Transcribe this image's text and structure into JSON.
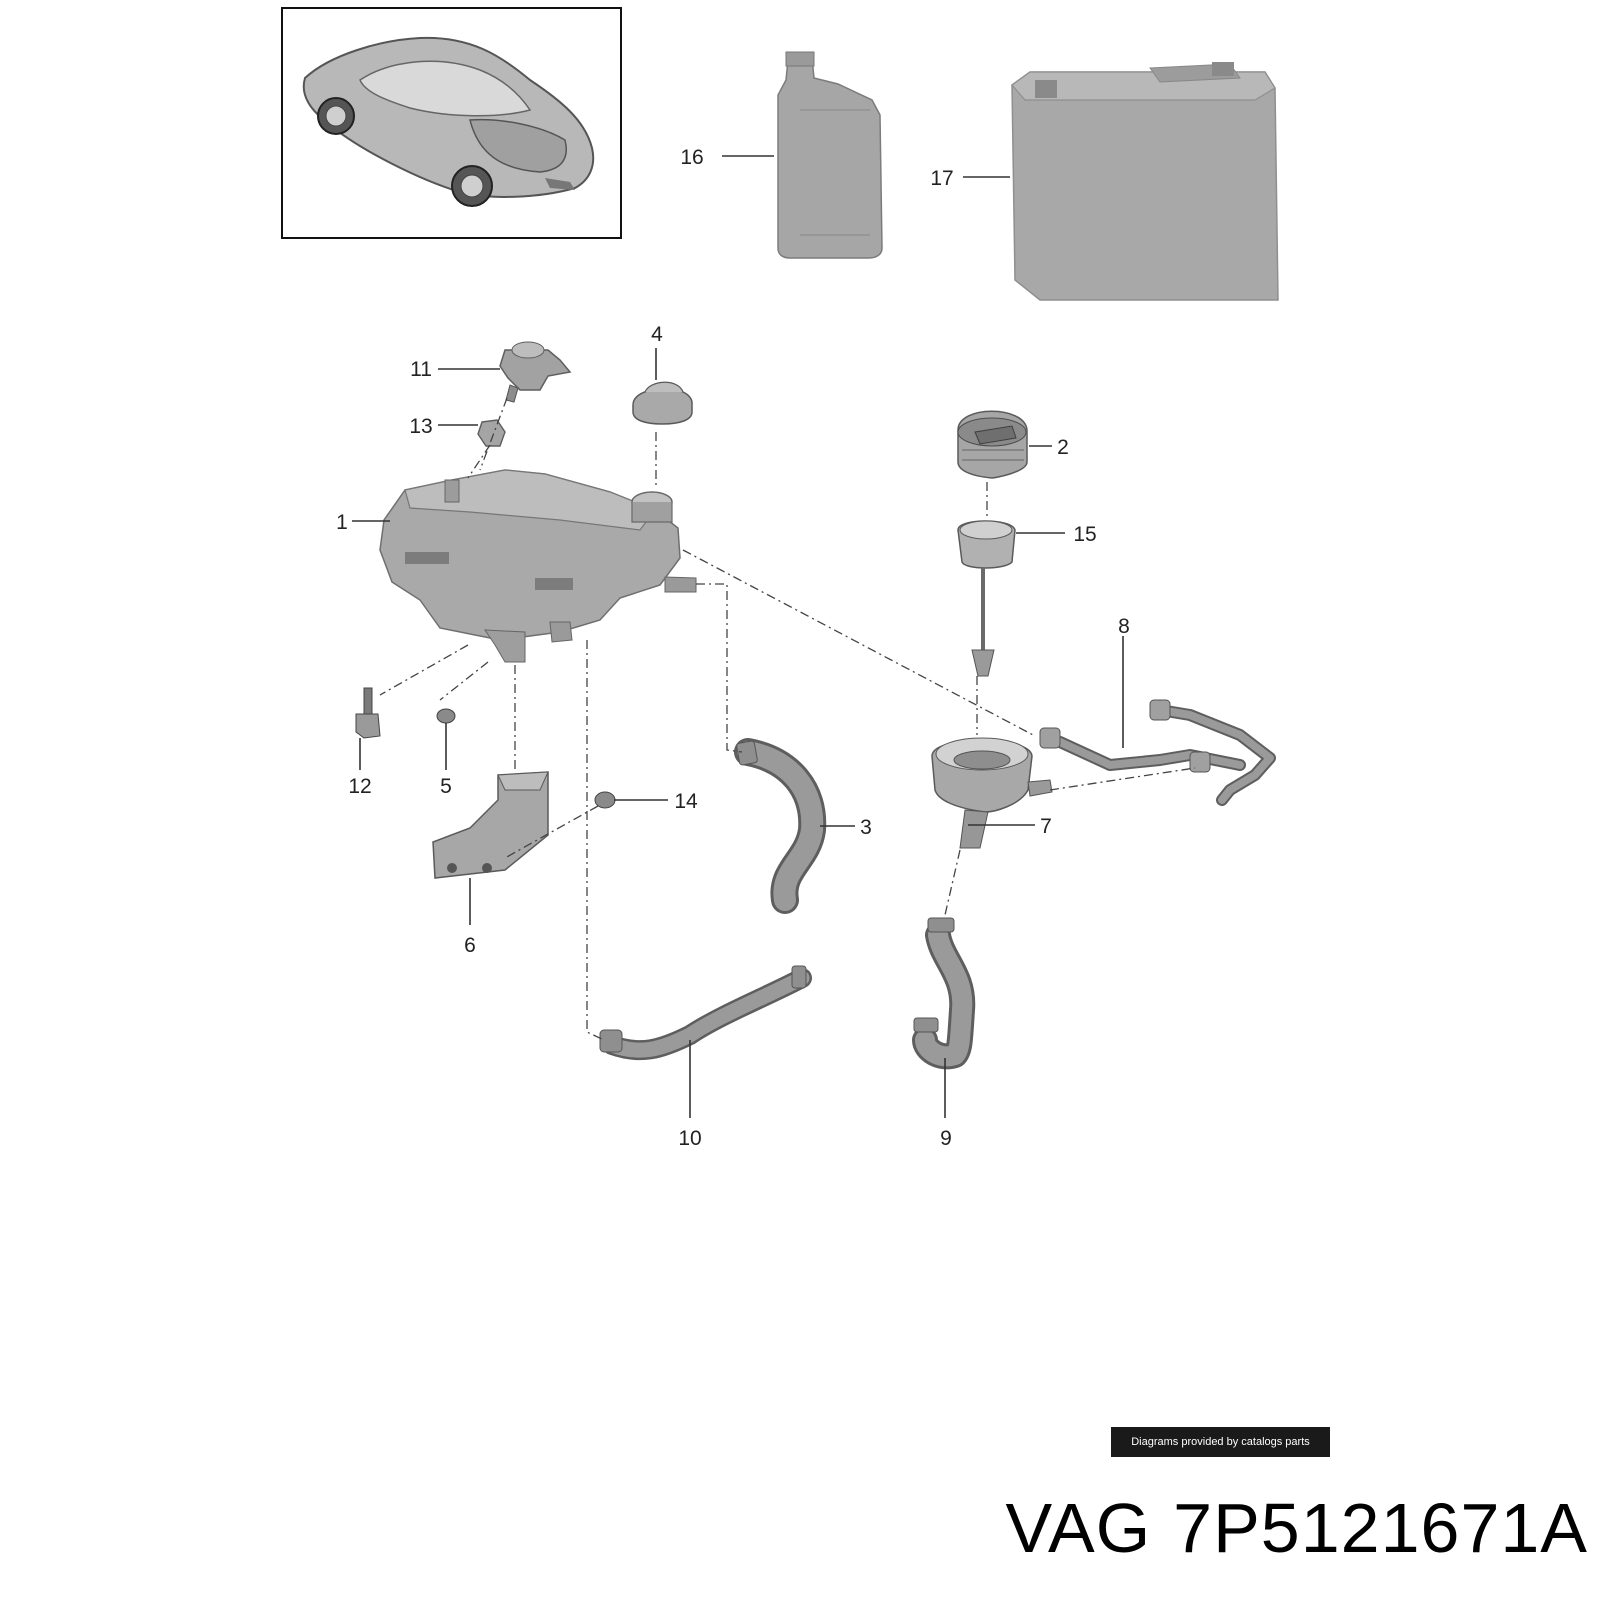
{
  "callouts": [
    {
      "id": "1",
      "label": "1",
      "part": "expansion-tank"
    },
    {
      "id": "2",
      "label": "2",
      "part": "filler-cap"
    },
    {
      "id": "3",
      "label": "3",
      "part": "hose"
    },
    {
      "id": "4",
      "label": "4",
      "part": "tank-cap"
    },
    {
      "id": "5",
      "label": "5",
      "part": "grommet"
    },
    {
      "id": "6",
      "label": "6",
      "part": "bracket"
    },
    {
      "id": "7",
      "label": "7",
      "part": "filler-neck"
    },
    {
      "id": "8",
      "label": "8",
      "part": "vent-line"
    },
    {
      "id": "9",
      "label": "9",
      "part": "hose"
    },
    {
      "id": "10",
      "label": "10",
      "part": "hose"
    },
    {
      "id": "11",
      "label": "11",
      "part": "valve"
    },
    {
      "id": "12",
      "label": "12",
      "part": "level-sensor"
    },
    {
      "id": "13",
      "label": "13",
      "part": "connector"
    },
    {
      "id": "14",
      "label": "14",
      "part": "grommet"
    },
    {
      "id": "15",
      "label": "15",
      "part": "insert"
    },
    {
      "id": "16",
      "label": "16",
      "part": "coolant-bottle"
    },
    {
      "id": "17",
      "label": "17",
      "part": "coolant-canister"
    }
  ],
  "credit": "Diagrams provided by catalogs parts",
  "title": {
    "brand": "VAG",
    "part_number": "7P5121671A"
  }
}
